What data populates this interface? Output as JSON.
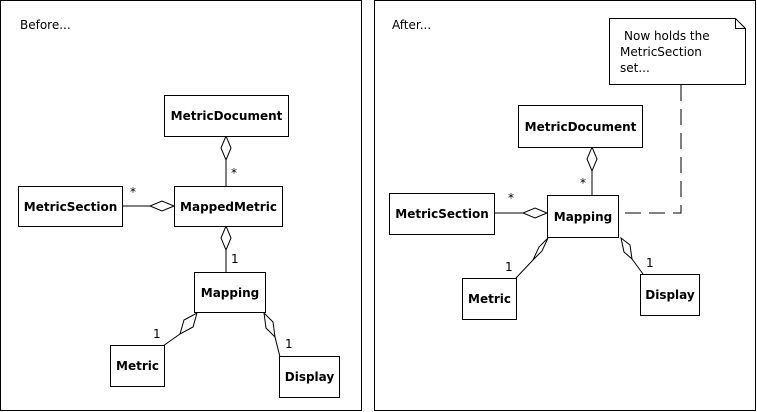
{
  "before": {
    "title": "Before...",
    "boxes": {
      "metric_document": "MetricDocument",
      "mapped_metric": "MappedMetric",
      "metric_section": "MetricSection",
      "mapping": "Mapping",
      "metric": "Metric",
      "display": "Display"
    },
    "multiplicities": {
      "doc_mapped": "*",
      "section_mapped": "*",
      "mapped_mapping": "1",
      "mapping_metric": "1",
      "mapping_display": "1"
    }
  },
  "after": {
    "title": "After...",
    "boxes": {
      "metric_document": "MetricDocument",
      "mapping": "Mapping",
      "metric_section": "MetricSection",
      "metric": "Metric",
      "display": "Display"
    },
    "multiplicities": {
      "doc_mapping": "*",
      "section_mapping": "*",
      "mapping_metric": "1",
      "mapping_display": "1"
    },
    "note": {
      "line1": "Now holds the",
      "line2": "MetricSection",
      "line3": "set..."
    }
  }
}
